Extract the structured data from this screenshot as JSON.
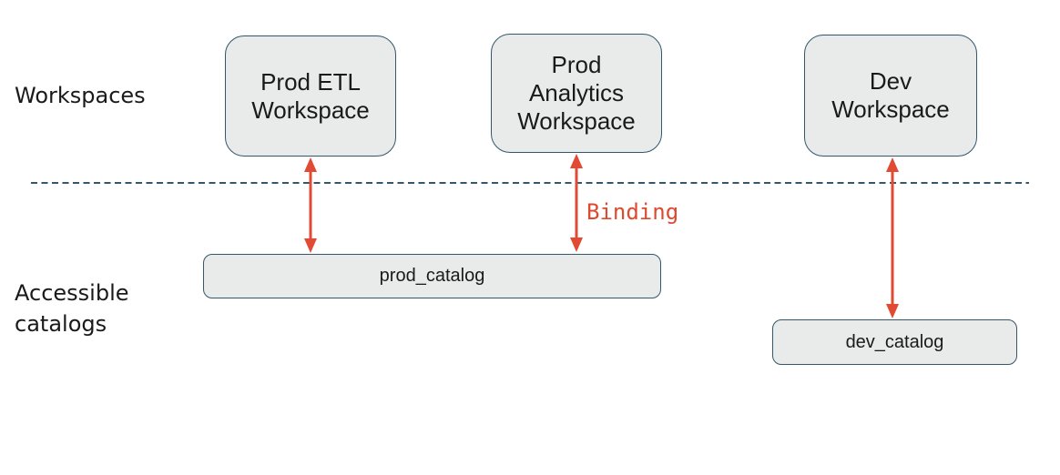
{
  "labels": {
    "workspaces_row": "Workspaces",
    "catalogs_row": "Accessible\ncatalogs"
  },
  "workspaces": [
    {
      "label": "Prod ETL\nWorkspace"
    },
    {
      "label": "Prod\nAnalytics\nWorkspace"
    },
    {
      "label": "Dev\nWorkspace"
    }
  ],
  "catalogs": [
    {
      "label": "prod_catalog"
    },
    {
      "label": "dev_catalog"
    }
  ],
  "binding_label": "Binding",
  "colors": {
    "box_fill": "#e9eaea",
    "box_border": "#33586c",
    "separator": "#35566b",
    "arrow": "#e14b33",
    "binding_text": "#dd4a30",
    "label_text": "#1a1a1a"
  }
}
